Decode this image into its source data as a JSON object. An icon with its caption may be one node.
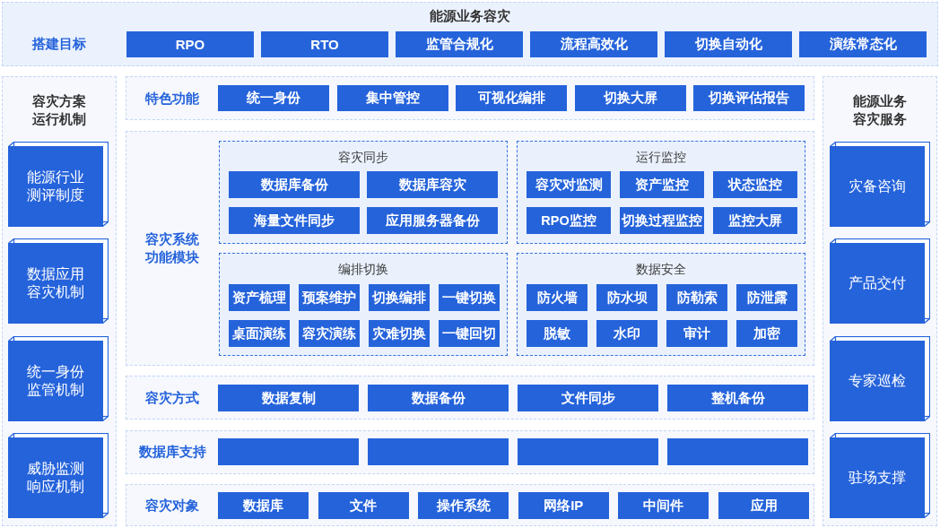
{
  "diagram": {
    "title": "能源业务容灾",
    "nodes": [
      {
        "text": [
          "搭建目标"
        ]
      },
      {
        "text": [
          "RPO"
        ],
        "in": 0
      },
      {
        "text": [
          "RTO"
        ],
        "in": 0
      },
      {
        "text": [
          "监管合规化"
        ],
        "in": 0
      },
      {
        "text": [
          "流程高效化"
        ],
        "in": 0
      },
      {
        "text": [
          "切换自动化"
        ],
        "in": 0
      },
      {
        "text": [
          "演练常态化"
        ],
        "in": 0
      },
      {
        "text": [
          "容灾方案运行机制"
        ]
      },
      {
        "text": [
          "能源行业测评制度"
        ],
        "in": 7
      },
      {
        "text": [
          "数据应用容灾机制"
        ],
        "in": 7
      },
      {
        "text": [
          "统一身份监管机制"
        ],
        "in": 7
      },
      {
        "text": [
          "威胁监测响应机制"
        ],
        "in": 7
      },
      {
        "text": [
          "特色功能"
        ]
      },
      {
        "text": [
          "统一身份"
        ],
        "in": 12
      },
      {
        "text": [
          "集中管控"
        ],
        "in": 12
      },
      {
        "text": [
          "可视化编排"
        ],
        "in": 12
      },
      {
        "text": [
          "切换大屏"
        ],
        "in": 12
      },
      {
        "text": [
          "切换评估报告"
        ],
        "in": 12
      },
      {
        "text": [
          "容灾系统功能模块"
        ]
      },
      {
        "text": [
          "容灾同步"
        ],
        "in": 18
      },
      {
        "text": [
          "数据库备份"
        ],
        "in": 19
      },
      {
        "text": [
          "数据库容灾"
        ],
        "in": 19
      },
      {
        "text": [
          "海量文件同步"
        ],
        "in": 19
      },
      {
        "text": [
          "应用服务器备份"
        ],
        "in": 19
      },
      {
        "text": [
          "运行监控"
        ],
        "in": 18
      },
      {
        "text": [
          "容灾对监测"
        ],
        "in": 24
      },
      {
        "text": [
          "资产监控"
        ],
        "in": 24
      },
      {
        "text": [
          "状态监控"
        ],
        "in": 24
      },
      {
        "text": [
          "RPO监控"
        ],
        "in": 24
      },
      {
        "text": [
          "切换过程监控"
        ],
        "in": 24
      },
      {
        "text": [
          "监控大屏"
        ],
        "in": 24
      },
      {
        "text": [
          "编排切换"
        ],
        "in": 18
      },
      {
        "text": [
          "资产梳理"
        ],
        "in": 31
      },
      {
        "text": [
          "预案维护"
        ],
        "in": 31
      },
      {
        "text": [
          "切换编排"
        ],
        "in": 31
      },
      {
        "text": [
          "一键切换"
        ],
        "in": 31
      },
      {
        "text": [
          "桌面演练"
        ],
        "in": 31
      },
      {
        "text": [
          "容灾演练"
        ],
        "in": 31
      },
      {
        "text": [
          "灾难切换"
        ],
        "in": 31
      },
      {
        "text": [
          "一键回切"
        ],
        "in": 31
      },
      {
        "text": [
          "数据安全"
        ],
        "in": 18
      },
      {
        "text": [
          "防火墙"
        ],
        "in": 40
      },
      {
        "text": [
          "防水坝"
        ],
        "in": 40
      },
      {
        "text": [
          "防勒索"
        ],
        "in": 40
      },
      {
        "text": [
          "防泄露"
        ],
        "in": 40
      },
      {
        "text": [
          "脱敏"
        ],
        "in": 40
      },
      {
        "text": [
          "水印"
        ],
        "in": 40
      },
      {
        "text": [
          "审计"
        ],
        "in": 40
      },
      {
        "text": [
          "加密"
        ],
        "in": 40
      },
      {
        "text": [
          "容灾方式"
        ]
      },
      {
        "text": [
          "数据复制"
        ],
        "in": 49
      },
      {
        "text": [
          "数据备份"
        ],
        "in": 49
      },
      {
        "text": [
          "文件同步"
        ],
        "in": 49
      },
      {
        "text": [
          "整机备份"
        ],
        "in": 49
      },
      {
        "text": [
          "数据库支持"
        ]
      },
      {
        "text": [],
        "shape": "box",
        "in": 54
      },
      {
        "text": [],
        "shape": "box",
        "in": 54
      },
      {
        "text": [],
        "shape": "box",
        "in": 54
      },
      {
        "text": [],
        "shape": "box",
        "in": 54
      },
      {
        "text": [
          "容灾对象"
        ]
      },
      {
        "text": [
          "数据库"
        ],
        "in": 59
      },
      {
        "text": [
          "文件"
        ],
        "in": 59
      },
      {
        "text": [
          "操作系统"
        ],
        "in": 59
      },
      {
        "text": [
          "网络IP"
        ],
        "in": 59
      },
      {
        "text": [
          "中间件"
        ],
        "in": 59
      },
      {
        "text": [
          "应用"
        ],
        "in": 59
      },
      {
        "text": [
          "能源业务容灾服务"
        ]
      },
      {
        "text": [
          "灾备咨询"
        ],
        "in": 66
      },
      {
        "text": [
          "产品交付"
        ],
        "in": 66
      },
      {
        "text": [
          "专家巡检"
        ],
        "in": 66
      },
      {
        "text": [
          "驻场支撑"
        ],
        "in": 66
      }
    ]
  }
}
